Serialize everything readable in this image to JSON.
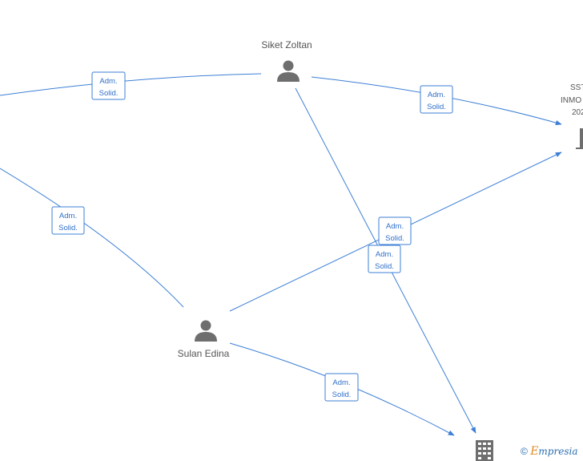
{
  "nodes": {
    "siket_zoltan": {
      "label": "Siket Zoltan",
      "icon": "person-icon"
    },
    "sulan_edina": {
      "label": "Sulan Edina",
      "icon": "person-icon"
    },
    "company_right": {
      "label_lines": [
        "SST",
        "INMO",
        "202"
      ],
      "icon": "building-icon"
    },
    "company_bottom": {
      "icon": "building-icon"
    }
  },
  "relations": [
    {
      "id": "rel-left-siket",
      "line1": "Adm.",
      "line2": "Solid."
    },
    {
      "id": "rel-siket-right",
      "line1": "Adm.",
      "line2": "Solid."
    },
    {
      "id": "rel-left-sulan",
      "line1": "Adm.",
      "line2": "Solid."
    },
    {
      "id": "rel-sulan-right",
      "line1": "Adm.",
      "line2": "Solid."
    },
    {
      "id": "rel-siket-bottom",
      "line1": "Adm.",
      "line2": "Solid."
    },
    {
      "id": "rel-sulan-bottom",
      "line1": "Adm.",
      "line2": "Solid."
    }
  ],
  "footer": {
    "copyright_symbol": "©",
    "brand_first": "E",
    "brand_rest": "mpresia"
  },
  "colors": {
    "edge": "#3d7fd6",
    "icon": "#6e6e6e",
    "brand_orange": "#e0891f"
  }
}
